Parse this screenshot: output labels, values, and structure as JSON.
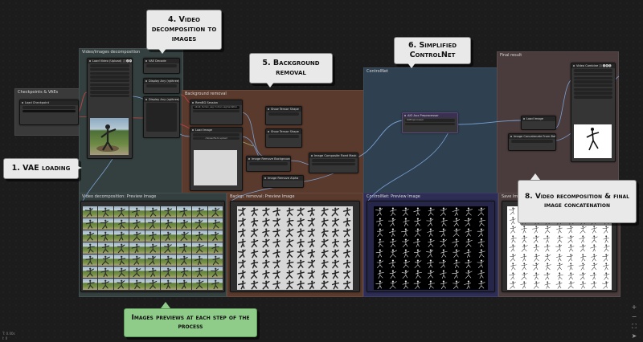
{
  "app": "ComfyUI workflow canvas",
  "groups": [
    {
      "id": "vae",
      "title": "Checkpoints & VAEs",
      "color": "#3a3a3a"
    },
    {
      "id": "decomp",
      "title": "Video/images decomposition",
      "color": "#34403f"
    },
    {
      "id": "bg",
      "title": "Background removal",
      "color": "#5a3a2c"
    },
    {
      "id": "controlnet",
      "title": "ControlNet",
      "color": "#2f4050"
    },
    {
      "id": "final",
      "title": "Final result",
      "color": "#4a3c3c"
    },
    {
      "id": "prev_decomp",
      "title": "Video decomposition: Preview Image",
      "color": "#34403f"
    },
    {
      "id": "prev_bg",
      "title": "Backgr. removal: Preview Image",
      "color": "#5a3a2c"
    },
    {
      "id": "prev_cn",
      "title": "ControlNet: Preview Image",
      "color": "#2d2d55"
    },
    {
      "id": "prev_final",
      "title": "Save Image",
      "color": "#4a3c3c"
    }
  ],
  "nodes": {
    "vae_loader": "Load Checkpoint",
    "load_video": "Load Video (Upload) 🎥🅥🅗🅢",
    "int_decode": "VAE Decode",
    "display_any": "Display Any (rgthree)",
    "rmbg_session": "RemBG Session",
    "load_image": "Load Image",
    "show_tensor_1": "Show Tensor Shape",
    "show_tensor_2": "Show Tensor Shape",
    "image_remove_bg": "Image Remove Background",
    "image_composite": "Image Composite Fixed Mask Batch",
    "image_remove_alpha": "Image Remove Alpha",
    "dwpose": "AIO Aux Preprocessor",
    "video_combine": "Video Combine 🎥🅥🅗🅢",
    "image_batch": "Image Concatenate From Batch",
    "load_image_fin": "Load Image",
    "preview": "Preview Image",
    "choose_file": "choose file to upload",
    "session_model": "u2net_human_seg: human segmentation",
    "dwpose_val": "DWPreprocessor"
  },
  "callouts": {
    "c1": "1. VAE loading",
    "c4": "4. Video decomposition to images",
    "c5": "5. Background removal",
    "c6": "6. Simplified ControlNet",
    "c8": "8. Video recomposition & final image concatenation",
    "green": "Images previews at each step of the process"
  },
  "status": {
    "line1": "T: 0.00s",
    "line2": "I: 0"
  },
  "controls": {
    "zoom_in": "+",
    "zoom_out": "−",
    "fit": "⛶",
    "arrow": "➤"
  },
  "colors": {
    "callout_bg": "#e9e9e9",
    "green_bg": "#8fcc8a",
    "link_blue": "#7aa2d4",
    "link_red": "#b84545"
  }
}
